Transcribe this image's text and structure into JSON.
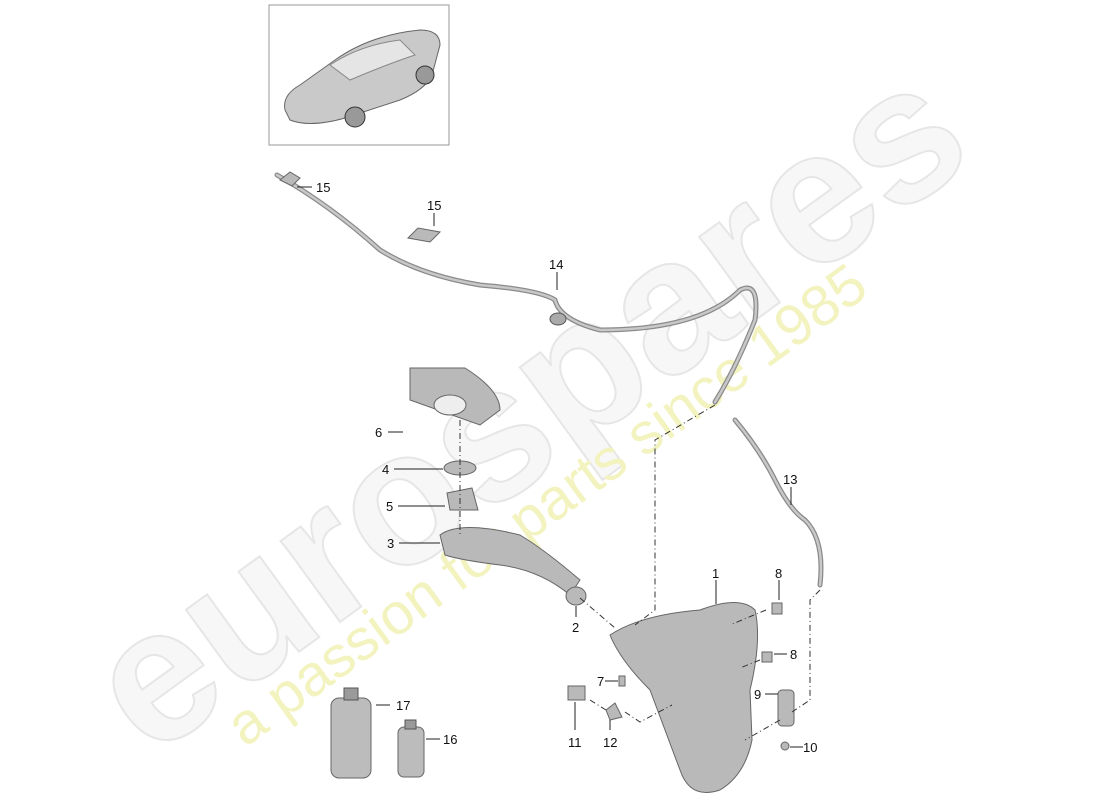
{
  "watermark": {
    "brand": "eurospares",
    "tagline": "a passion for parts since 1985"
  },
  "thumbnail": {
    "icon": "car-icon"
  },
  "callouts": [
    {
      "id": "1"
    },
    {
      "id": "2"
    },
    {
      "id": "3"
    },
    {
      "id": "4"
    },
    {
      "id": "5"
    },
    {
      "id": "6"
    },
    {
      "id": "7"
    },
    {
      "id": "8"
    },
    {
      "id": "8"
    },
    {
      "id": "9"
    },
    {
      "id": "10"
    },
    {
      "id": "11"
    },
    {
      "id": "12"
    },
    {
      "id": "13"
    },
    {
      "id": "14"
    },
    {
      "id": "15"
    },
    {
      "id": "15"
    },
    {
      "id": "16"
    },
    {
      "id": "17"
    }
  ]
}
